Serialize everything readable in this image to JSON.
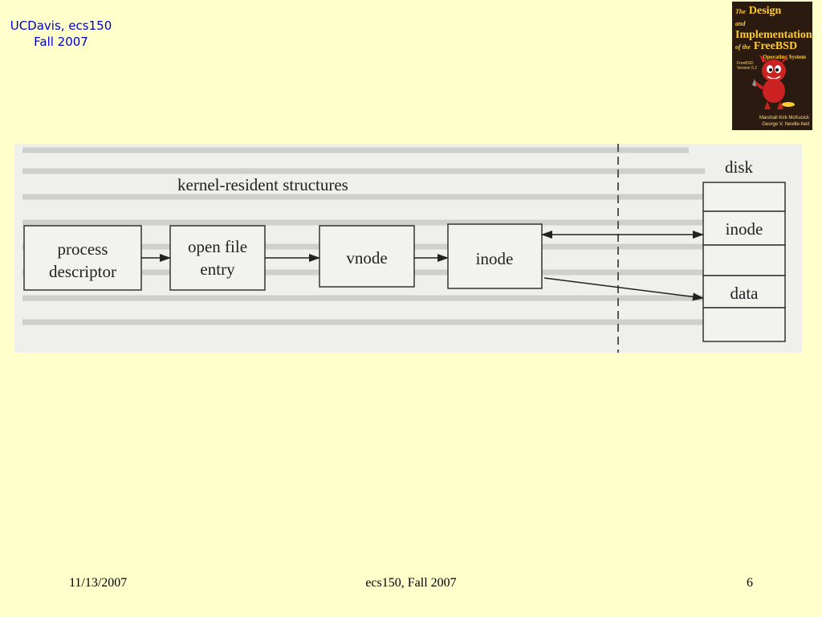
{
  "header": {
    "line1": "UCDavis, ecs150",
    "line2": "Fall 2007"
  },
  "book_cover": {
    "title_the": "The",
    "title_design": "Design",
    "title_and": "and",
    "title_implementation": "Implementation",
    "title_of_the": "of the",
    "title_freebsd": "FreeBSD",
    "title_os": "Operating System",
    "version": "FreeBSD Version 5.2",
    "author1": "Marshall Kirk McKusick",
    "author2": "George V. Neville-Neil"
  },
  "diagram": {
    "region_label": "kernel-resident structures",
    "disk_label": "disk",
    "boxes": {
      "process": [
        "process",
        "descriptor"
      ],
      "open_file": [
        "open file",
        "entry"
      ],
      "vnode": "vnode",
      "inode": "inode"
    },
    "disk_cells": {
      "inode": "inode",
      "data": "data"
    }
  },
  "footer": {
    "date": "11/13/2007",
    "course": "ecs150, Fall 2007",
    "page": "6"
  },
  "colors": {
    "background": "#ffffcc",
    "header_text": "#0000cc",
    "scan_background": "#efefec"
  }
}
